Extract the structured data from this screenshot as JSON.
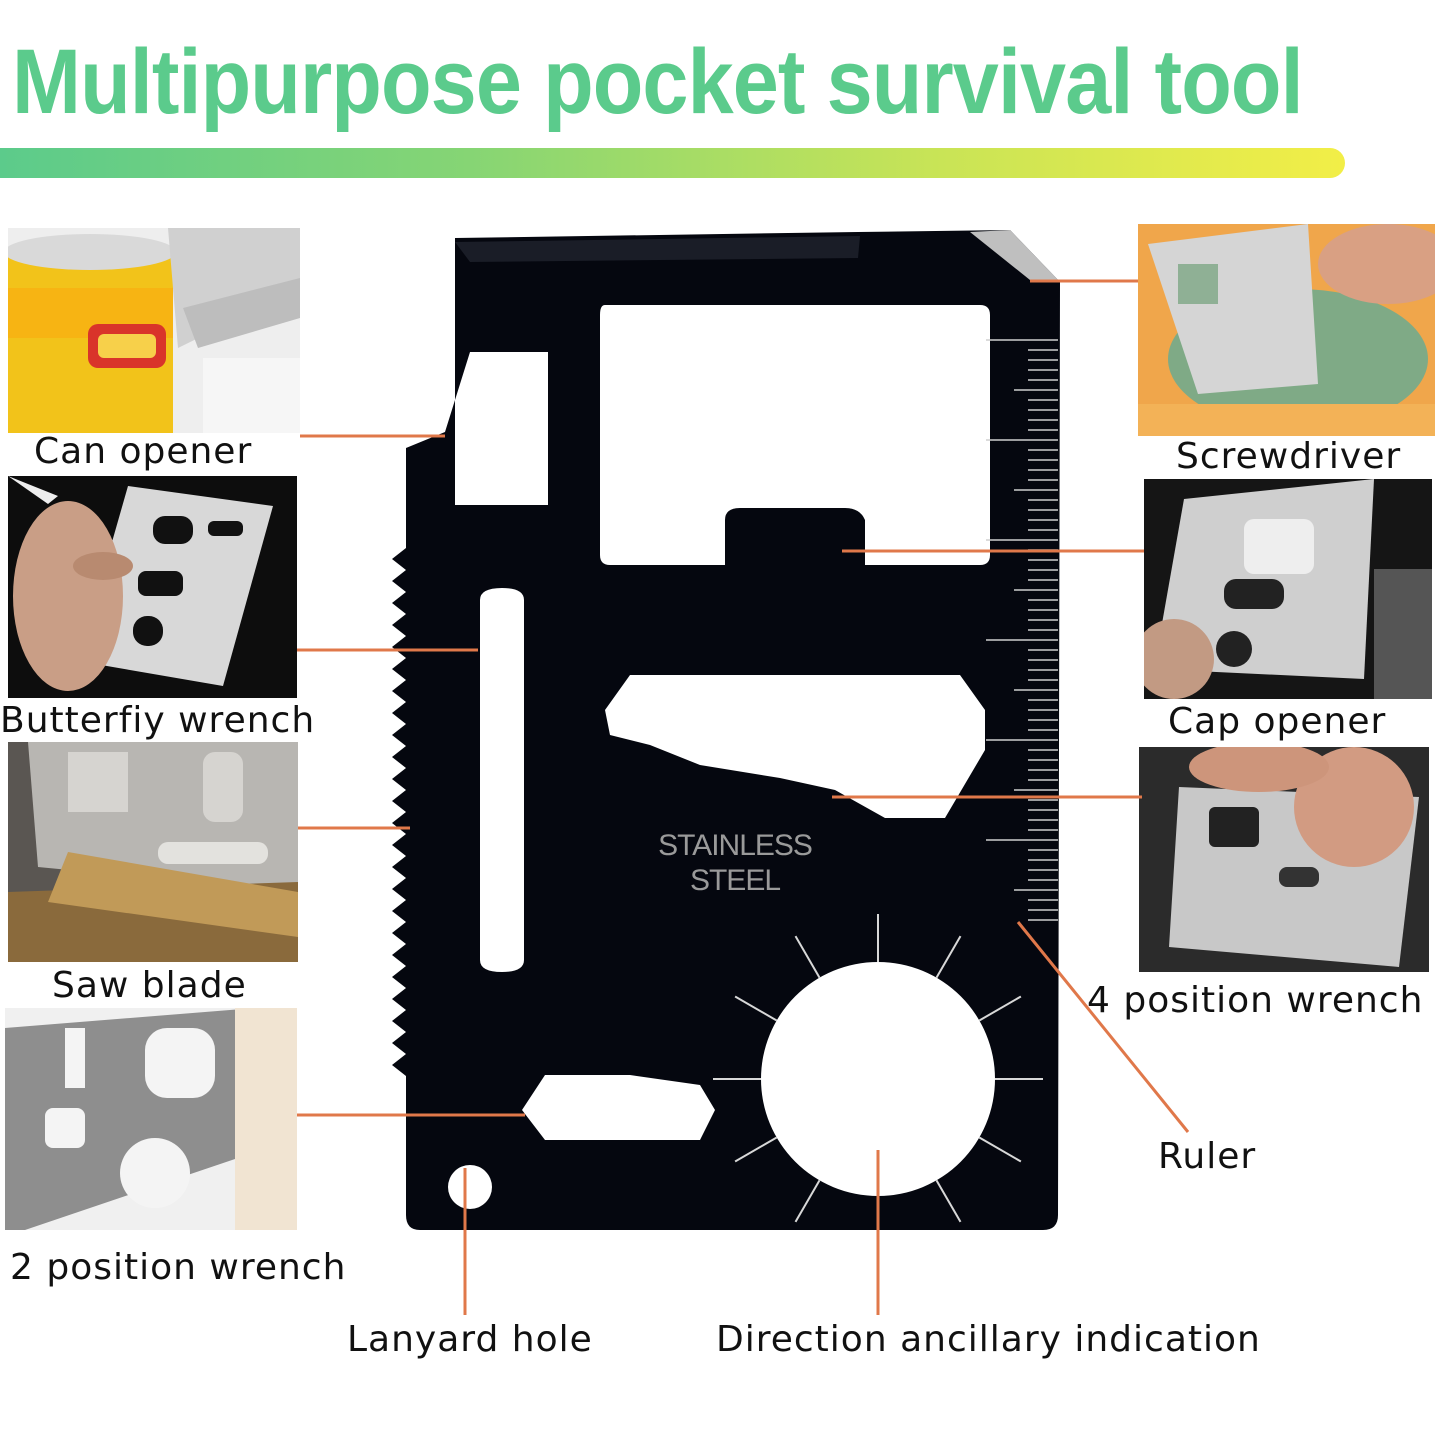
{
  "title": "Multipurpose pocket survival tool",
  "card_text": [
    "STAINLESS",
    "STEEL"
  ],
  "labels": {
    "can_opener": "Can opener",
    "butterfly_wrench": "Butterfiy wrench",
    "saw_blade": "Saw blade",
    "two_position_wrench": "2 position wrench",
    "lanyard_hole": "Lanyard hole",
    "direction_indication": "Direction ancillary indication",
    "screwdriver": "Screwdriver",
    "cap_opener": "Cap opener",
    "four_position_wrench": "4 position wrench",
    "ruler": "Ruler"
  },
  "colors": {
    "title": "#5bcb8c",
    "bar_start": "#5ccb8b",
    "bar_end": "#f2ee47",
    "leader_line": "#e0784a",
    "card": "#05070f"
  },
  "icons": {
    "can_opener_photo": "can-opener-photo-icon",
    "butterfly_wrench_photo": "butterfly-wrench-photo-icon",
    "saw_blade_photo": "saw-blade-photo-icon",
    "two_position_wrench_photo": "two-position-wrench-photo-icon",
    "screwdriver_photo": "screwdriver-photo-icon",
    "cap_opener_photo": "cap-opener-photo-icon",
    "four_position_wrench_photo": "four-position-wrench-photo-icon"
  }
}
